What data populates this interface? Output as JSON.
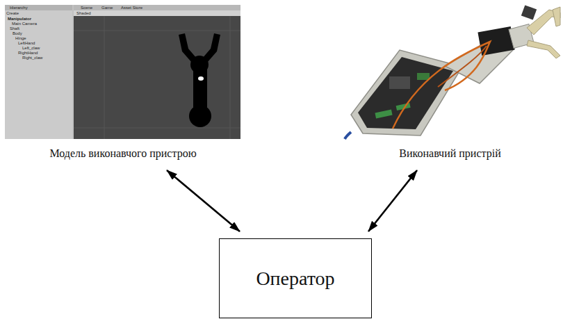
{
  "diagram": {
    "nodes": [
      {
        "text": [
          "Модель виконавчого пристрою"
        ]
      },
      {
        "text": [
          "Виконавчий пристрій"
        ]
      },
      {
        "text": [
          "Оператор"
        ]
      }
    ],
    "edges": [
      {
        "from": 0,
        "to": 2,
        "arrow": "both"
      },
      {
        "from": 1,
        "to": 2,
        "arrow": "both"
      }
    ],
    "labels": [
      "Hierarchy",
      "Create",
      "Manipulator",
      "Main Camera",
      "Shaft",
      "Body",
      "Hinge",
      "LeftHand",
      "Left_claw",
      "RightHand",
      "Right_claw",
      "Scene",
      "Game",
      "Asset Store",
      "Shaded"
    ]
  }
}
